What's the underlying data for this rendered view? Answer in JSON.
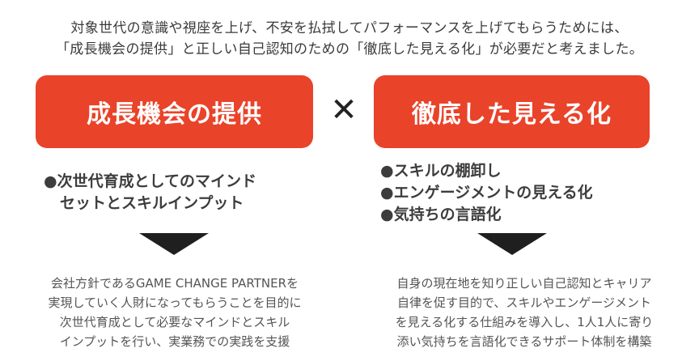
{
  "intro": {
    "line1": "対象世代の意識や視座を上げ、不安を払拭してパフォーマンスを上げてもらうためには、",
    "line2": "「成長機会の提供」と正しい自己認知のための「徹底した見える化」が必要だと考えました。"
  },
  "left_pill": {
    "label": "成長機会の提供"
  },
  "times_symbol": "✕",
  "right_pill": {
    "label": "徹底した見える化"
  },
  "left_bullets": {
    "item1": "●次世代育成としてのマインド",
    "item1_cont": "セットとスキルインプット"
  },
  "right_bullets": {
    "item1": "●スキルの棚卸し",
    "item2": "●エンゲージメントの見える化",
    "item3": "●気持ちの言語化"
  },
  "left_desc": {
    "line1": "会社方針であるGAME CHANGE PARTNERを",
    "line2": "実現していく人財になってもらうことを目的に",
    "line3": "次世代育成として必要なマインドとスキル",
    "line4": "インプットを行い、実業務での実践を支援"
  },
  "right_desc": {
    "line1": "自身の現在地を知り正しい自己認知とキャリア",
    "line2": "自律を促す目的で、スキルやエンゲージメント",
    "line3": "を見える化する仕組みを導入し、1人1人に寄り",
    "line4": "添い気持ちを言語化できるサポート体制を構築"
  },
  "colors": {
    "accent": "#e9432a",
    "arrow": "#1f1f1f"
  }
}
